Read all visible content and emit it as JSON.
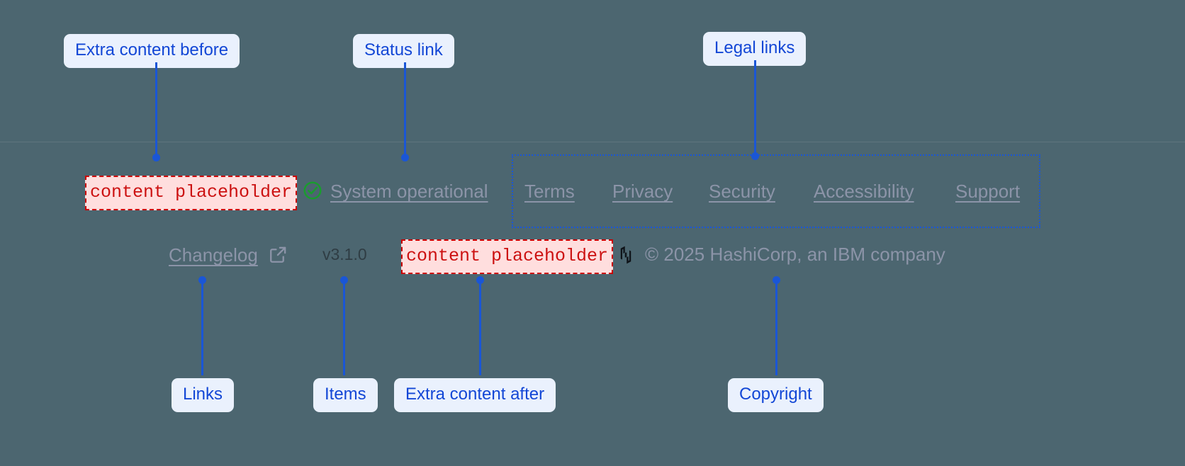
{
  "page": {
    "background_color": "#4c6670",
    "divider_color": "rgba(255,255,255,0.10)"
  },
  "colors": {
    "callout_bg": "#eaf1fd",
    "callout_text": "#1347d6",
    "leader_line": "#1a56d6",
    "footer_text": "#8c94a8",
    "version_text": "#2f3d44",
    "placeholder_bg": "#ffdede",
    "placeholder_border": "#cc0000",
    "placeholder_text": "#cc1111",
    "status_icon": "#1a9c2f",
    "logo": "#0f1419"
  },
  "callouts": {
    "extra_content_before": "Extra content before",
    "status_link": "Status link",
    "legal_links": "Legal links",
    "links": "Links",
    "items": "Items",
    "extra_content_after": "Extra content after",
    "copyright": "Copyright"
  },
  "footer": {
    "slot_before": {
      "text": "content placeholder",
      "icon": "dashed-placeholder-box"
    },
    "status": {
      "icon": "check-circle-icon",
      "label": "System operational"
    },
    "legal_links": [
      {
        "label": "Terms"
      },
      {
        "label": "Privacy"
      },
      {
        "label": "Security"
      },
      {
        "label": "Accessibility"
      },
      {
        "label": "Support"
      }
    ],
    "changelog": {
      "label": "Changelog",
      "icon": "external-link-icon"
    },
    "version": "v3.1.0",
    "slot_after": {
      "text": "content placeholder",
      "icon": "dashed-placeholder-box"
    },
    "brand": {
      "logo_icon": "hashicorp-logo-icon",
      "copyright": "© 2025 HashiCorp, an IBM company"
    }
  }
}
